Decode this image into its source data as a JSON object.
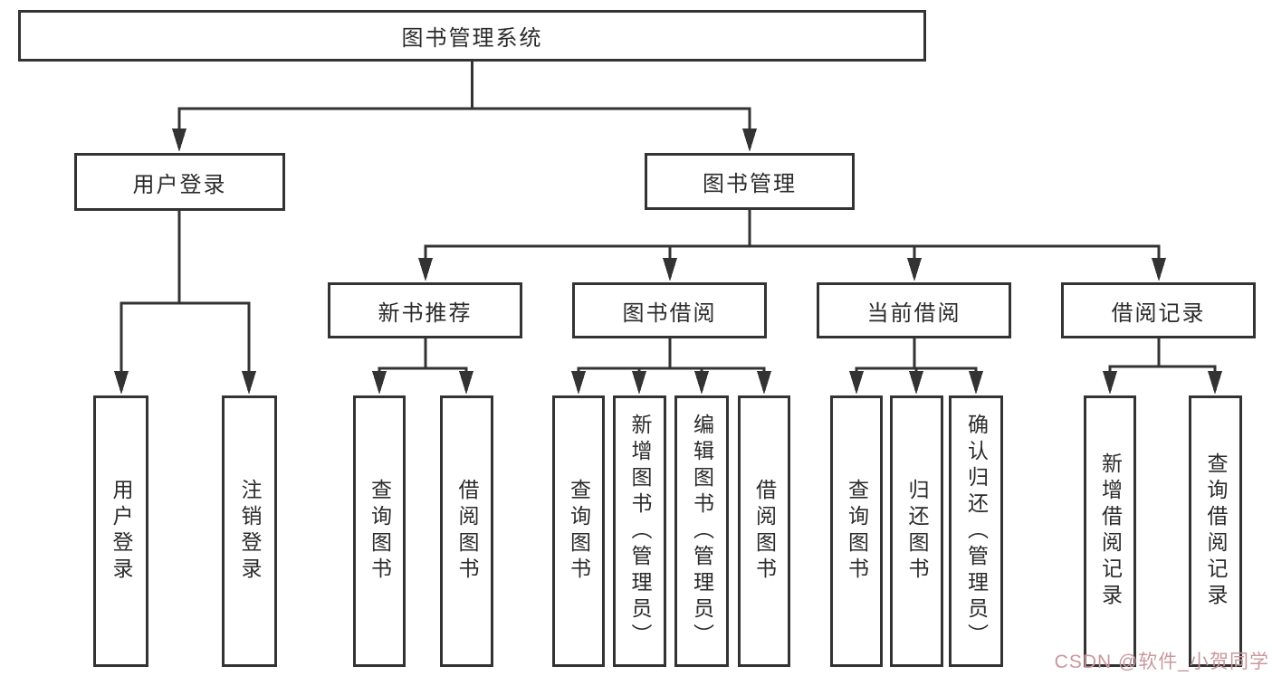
{
  "colors": {
    "line": "#333333",
    "text": "#2b2b2b",
    "box_background": "#ffffff",
    "watermark": "#c9989c"
  },
  "tree": {
    "root": {
      "label": "图书管理系统"
    },
    "login": {
      "label": "用户登录",
      "children": [
        "用户登录",
        "注销登录"
      ]
    },
    "mgmt": {
      "label": "图书管理",
      "sections": [
        {
          "label": "新书推荐",
          "children": [
            "查询图书",
            "借阅图书"
          ]
        },
        {
          "label": "图书借阅",
          "children": [
            "查询图书",
            "新增图书（管理员）",
            "编辑图书（管理员）",
            "借阅图书"
          ]
        },
        {
          "label": "当前借阅",
          "children": [
            "查询图书",
            "归还图书",
            "确认归还（管理员）"
          ]
        },
        {
          "label": "借阅记录",
          "children": [
            "新增借阅记录",
            "查询借阅记录"
          ]
        }
      ]
    }
  },
  "watermark": {
    "text": "CSDN @软件_小贺同学"
  }
}
